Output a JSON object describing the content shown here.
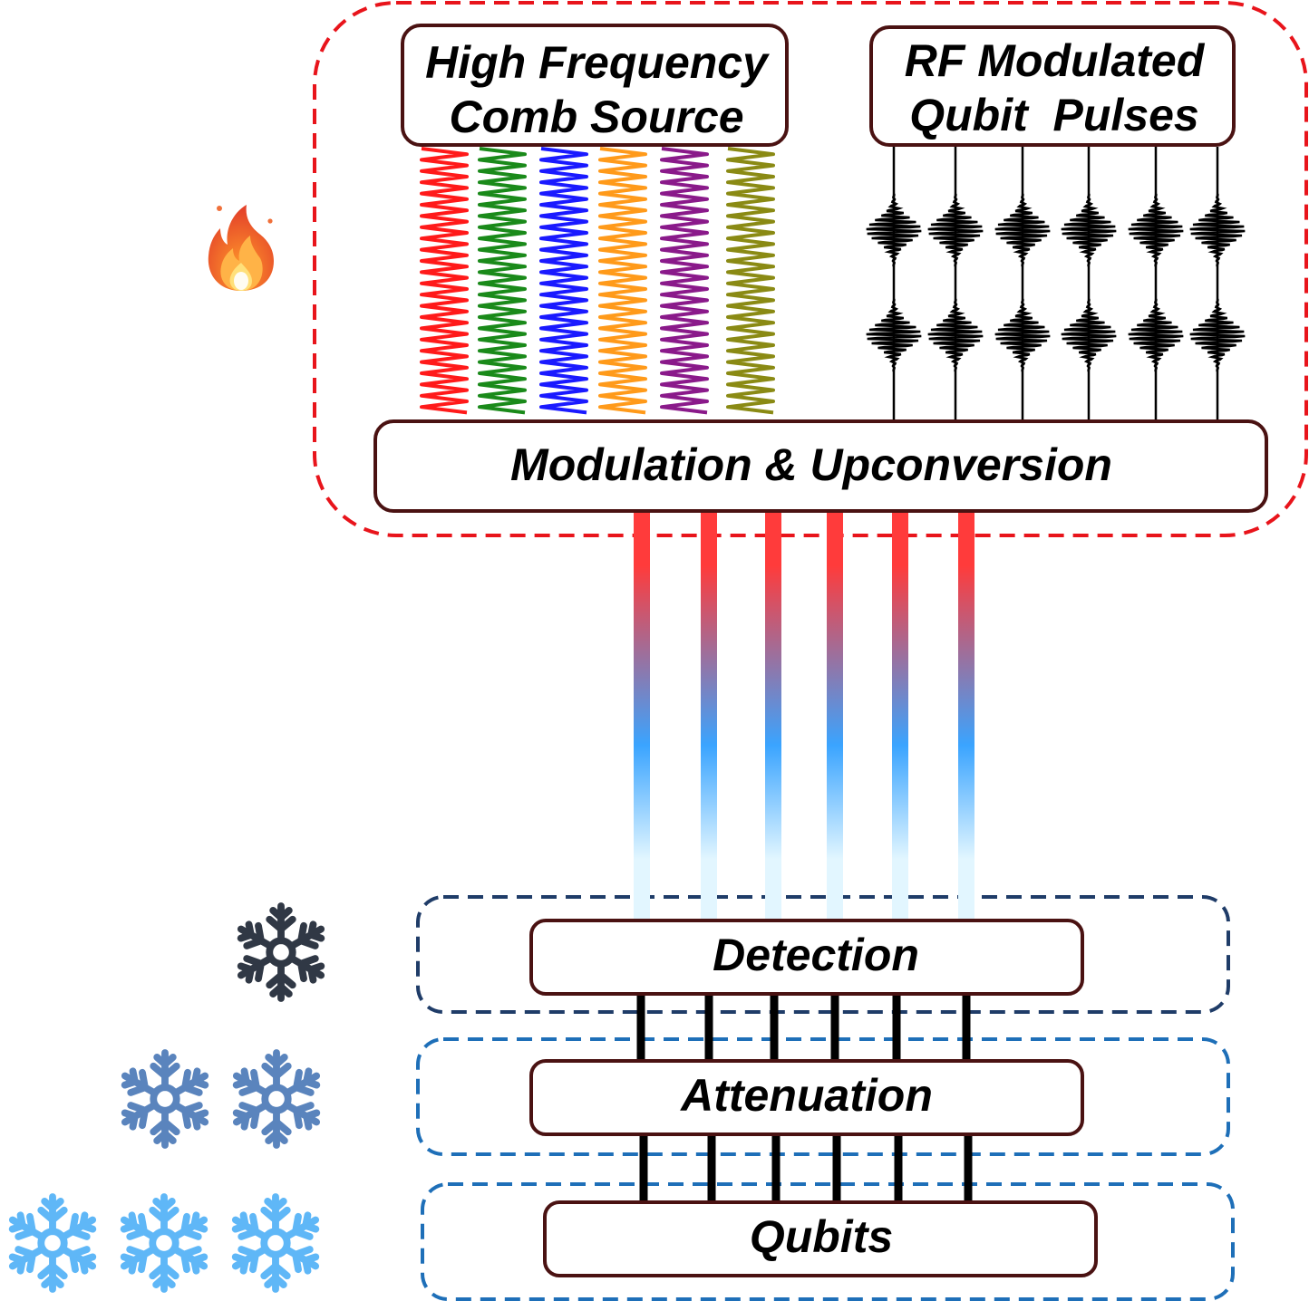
{
  "boxes": {
    "comb_source": {
      "line1": "High Frequency",
      "line2": "Comb Source"
    },
    "rf_pulses": {
      "line1": "RF Modulated",
      "line2": "Qubit  Pulses"
    },
    "modulation": "Modulation & Upconversion",
    "detection": "Detection",
    "attenuation": "Attenuation",
    "qubits": "Qubits"
  },
  "colors": {
    "warm_stage_border": "#e8141b",
    "detection_stage_border": "#1f3c68",
    "attenuation_stage_border": "#1e6fb8",
    "qubits_stage_border": "#1e6fb8",
    "box_border": "#4a1212",
    "fiber_top": "#ff3b3b",
    "fiber_mid": "#3aa4ff",
    "fiber_bottom": "#e2f6ff",
    "comb_lines": [
      "#ff1a1a",
      "#1a8a1a",
      "#1a1aff",
      "#ff9a1a",
      "#8a1a8a",
      "#8a8a14"
    ],
    "snow_dark": "#303845",
    "snow_mid": "#5a84bd",
    "snow_light": "#5fb7f7"
  },
  "icons": {
    "hot_stage": "fire-icon",
    "cold_stages": [
      "snowflake-icon",
      "snowflake-icon",
      "snowflake-icon"
    ]
  }
}
